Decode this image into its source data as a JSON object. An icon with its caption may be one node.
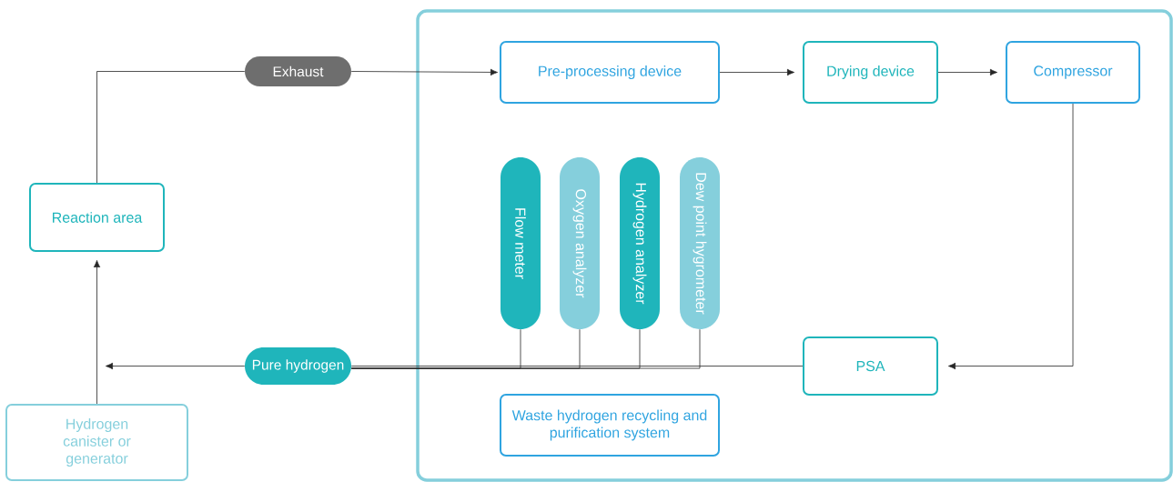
{
  "diagram": {
    "nodes": [
      {
        "text": [],
        "shape": "box"
      },
      {
        "text": [
          "Reaction area"
        ]
      },
      {
        "text": [
          "Exhaust"
        ]
      },
      {
        "text": [
          "Pre-processing device"
        ],
        "in": 0
      },
      {
        "text": [
          "Drying device"
        ],
        "in": 0
      },
      {
        "text": [
          "Compressor"
        ],
        "in": 0
      },
      {
        "text": [
          "Flow meter"
        ],
        "in": 0
      },
      {
        "text": [
          "Oxygen analyzer"
        ],
        "in": 0
      },
      {
        "text": [
          "Hydrogen analyzer"
        ],
        "in": 0
      },
      {
        "text": [
          "Dew point hygrometer"
        ],
        "in": 0
      },
      {
        "text": [
          "PSA"
        ],
        "in": 0
      },
      {
        "text": [
          "Pure hydrogen"
        ]
      },
      {
        "text": [
          "Waste hydrogen recycling and purification system"
        ],
        "in": 0
      },
      {
        "text": [
          "Hydrogen canister or generator"
        ]
      }
    ],
    "edges": [
      {
        "from": 1,
        "to": 2,
        "arrow": "none"
      },
      {
        "from": 2,
        "to": 3,
        "arrow": "to"
      },
      {
        "from": 3,
        "to": 4,
        "arrow": "to"
      },
      {
        "from": 4,
        "to": 5,
        "arrow": "to"
      },
      {
        "from": 5,
        "to": 10,
        "arrow": "to"
      },
      {
        "from": 10,
        "to": 11,
        "arrow": "none"
      },
      {
        "from": 11,
        "to": null,
        "arrow": "to"
      },
      {
        "from": 13,
        "to": 1,
        "arrow": "to"
      },
      {
        "from": 6,
        "to": 11,
        "arrow": "none"
      },
      {
        "from": 7,
        "to": 11,
        "arrow": "none"
      },
      {
        "from": 8,
        "to": 11,
        "arrow": "none"
      },
      {
        "from": 9,
        "to": 11,
        "arrow": "none"
      }
    ]
  }
}
